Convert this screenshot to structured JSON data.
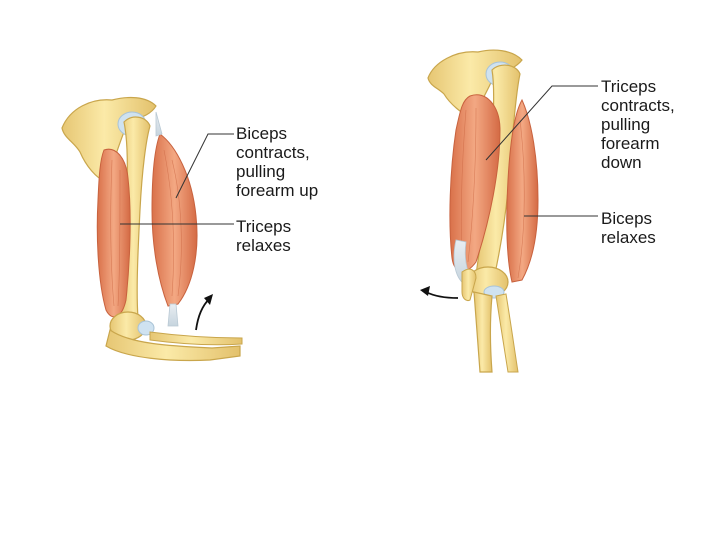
{
  "labels": {
    "flexion_biceps": "Biceps\ncontracts,\npulling\nforearm up",
    "flexion_triceps": "Triceps\nrelaxes",
    "extension_triceps": "Triceps\ncontracts,\npulling\nforearm\ndown",
    "extension_biceps": "Biceps\nrelaxes"
  },
  "colors": {
    "bone": "#f2dc8f",
    "bone_outline": "#c9a64c",
    "muscle": "#e8906a",
    "muscle_dark": "#c8623e",
    "muscle_light": "#f6bfa3",
    "cartilage": "#cfe2f0",
    "leader_line": "#333333",
    "text": "#1a1a1a"
  }
}
